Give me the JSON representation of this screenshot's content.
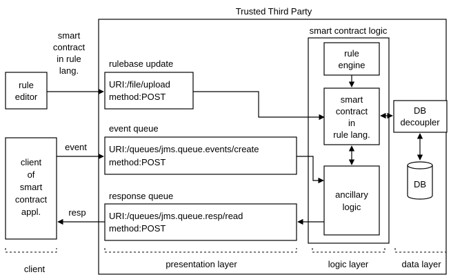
{
  "title": "Trusted Third Party",
  "smart_contract_logic_title": "smart contract logic",
  "rule_editor": [
    "rule",
    "editor"
  ],
  "smart_contract_rule_lang_label": [
    "smart",
    "contract",
    "in rule",
    "lang."
  ],
  "client_box": [
    "client",
    "of",
    "smart",
    "contract",
    "appl."
  ],
  "event_label": "event",
  "resp_label": "resp",
  "rulebase_update": {
    "title": "rulebase update",
    "uri": "URI:/file/upload",
    "method": "method:POST"
  },
  "event_queue": {
    "title": "event queue",
    "uri": "URI:/queues/jms.queue.events/create",
    "method": "method:POST"
  },
  "response_queue": {
    "title": "response queue",
    "uri": "URI:/queues/jms.queue.resp/read",
    "method": "method:POST"
  },
  "rule_engine": [
    "rule",
    "engine"
  ],
  "smart_contract_rule_lang": [
    "smart",
    "contract",
    "in",
    "rule lang."
  ],
  "ancillary_logic": [
    "ancillary",
    "logic"
  ],
  "db_decoupler": [
    "DB",
    "decoupler"
  ],
  "db": "DB",
  "layers": {
    "client": "client",
    "presentation": "presentation layer",
    "logic": "logic layer",
    "data": "data layer"
  }
}
